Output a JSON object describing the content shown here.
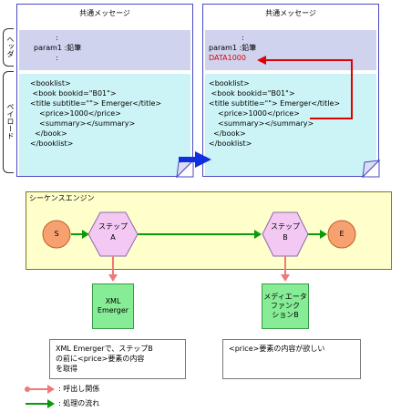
{
  "labels": {
    "header_vertical": "ヘッダ",
    "payload_vertical": "ペイロード"
  },
  "message_left": {
    "title": "共通メッセージ",
    "header_lines": [
      ":",
      "param1 :鉛筆",
      ":"
    ],
    "payload_lines": [
      "<booklist>",
      " <book bookid=\"B01\">",
      "<title subtitle=\"\"> Emerger</title>",
      "    <price>1000</price>",
      "    <summary></summary>",
      "  </book>",
      "</booklist>"
    ]
  },
  "message_right": {
    "title": "共通メッセージ",
    "header_lines": [
      ":",
      "param1 :鉛筆",
      "DATA1000"
    ],
    "payload_lines": [
      "<booklist>",
      " <book bookid=\"B01\">",
      "<title subtitle=\"\"> Emerger</title>",
      "    <price>1000</price>",
      "    <summary></summary>",
      "  </book>",
      "</booklist>"
    ]
  },
  "engine": {
    "title": "シーケンスエンジン",
    "start": "S",
    "end": "E",
    "step_a": [
      "ステップ",
      "A"
    ],
    "step_b": [
      "ステップ",
      "B"
    ]
  },
  "components": {
    "xml_emerger": "XML\nEmerger",
    "mediator": "メディエータ\nファンク\nションB"
  },
  "notes": {
    "left": "XML Emergerで、ステップB\nの前に<price>要素の内容\nを取得",
    "right": "<price>要素の内容が欲しい"
  },
  "legend": {
    "call": ": 呼出し関係",
    "flow": ": 処理の流れ"
  },
  "colors": {
    "header_band": "#cfd3ee",
    "payload_band": "#ccf4f6",
    "highlight_red": "#e00000",
    "engine_bg": "#ffffcc",
    "step_fill": "#f3c8f3",
    "terminal_fill": "#f7a070",
    "component_fill": "#86ec96",
    "call_arrow": "#f07878",
    "flow_arrow": "#0a9a0a",
    "transfer_arrow": "#1030e0"
  }
}
